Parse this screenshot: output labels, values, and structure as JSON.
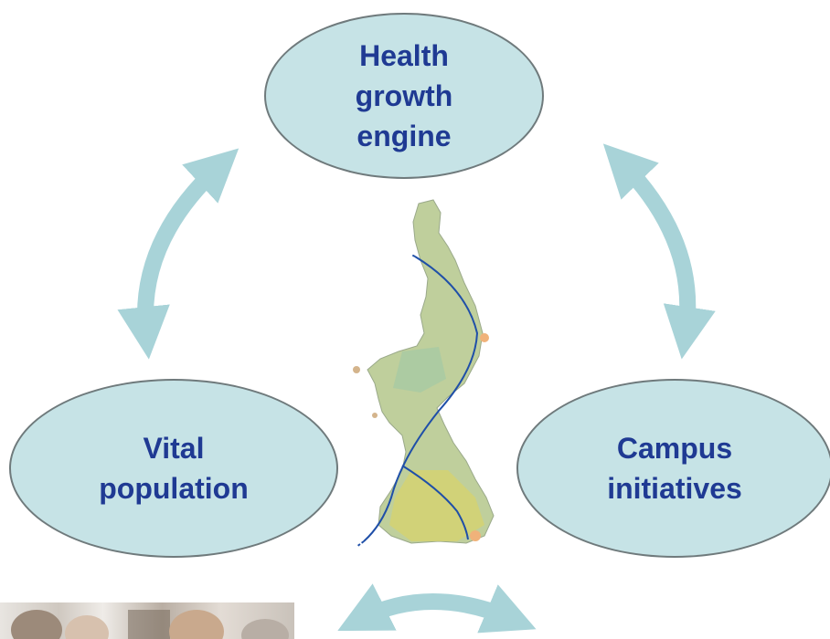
{
  "diagram": {
    "top_node": {
      "lines": [
        "Health",
        "growth",
        "engine"
      ]
    },
    "left_node": {
      "lines": [
        "Vital",
        "population"
      ]
    },
    "right_node": {
      "lines": [
        "Campus",
        "initiatives"
      ]
    },
    "colors": {
      "node_fill": "#c6e3e6",
      "node_border": "#6f7a7c",
      "node_text": "#1f3a93",
      "arrow": "#a8d3d8",
      "route_line": "#1f4fa8"
    },
    "icons": {
      "map": "province-map-image",
      "photo": "people-photo"
    }
  }
}
